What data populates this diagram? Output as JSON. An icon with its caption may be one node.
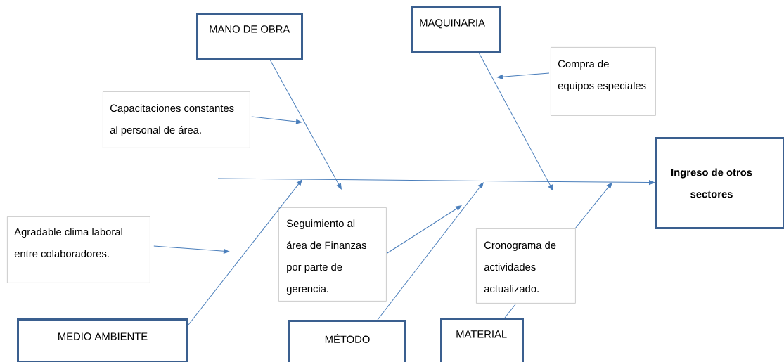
{
  "diagram": {
    "nodes": [
      {
        "text": [
          "MANO DE OBRA"
        ]
      },
      {
        "text": [
          "MAQUINARIA"
        ]
      },
      {
        "text": [
          "Capacitaciones constantes al personal de área."
        ]
      },
      {
        "text": [
          "Compra de equipos especiales"
        ]
      },
      {
        "text": [
          "Ingreso de otros sectores"
        ]
      },
      {
        "text": [
          "Agradable clima laboral entre colaboradores."
        ]
      },
      {
        "text": [
          "Seguimiento al área de Finanzas por parte de gerencia."
        ]
      },
      {
        "text": [
          "Cronograma de actividades actualizado."
        ]
      },
      {
        "text": [
          "MEDIO AMBIENTE"
        ]
      },
      {
        "text": [
          "MÉTODO"
        ]
      },
      {
        "text": [
          "MATERIAL"
        ]
      }
    ],
    "edges": [
      {
        "from": null,
        "to": 4,
        "arrow": "to"
      },
      {
        "from": 0,
        "to": null,
        "arrow": "to"
      },
      {
        "from": 1,
        "to": null,
        "arrow": "to"
      },
      {
        "from": 8,
        "to": null,
        "arrow": "to"
      },
      {
        "from": 9,
        "to": null,
        "arrow": "to"
      },
      {
        "from": 10,
        "to": null,
        "arrow": "to"
      },
      {
        "from": 2,
        "to": null,
        "arrow": "to"
      },
      {
        "from": 3,
        "to": null,
        "arrow": "to"
      },
      {
        "from": 5,
        "to": null,
        "arrow": "to"
      },
      {
        "from": 6,
        "to": null,
        "arrow": "to"
      }
    ]
  }
}
